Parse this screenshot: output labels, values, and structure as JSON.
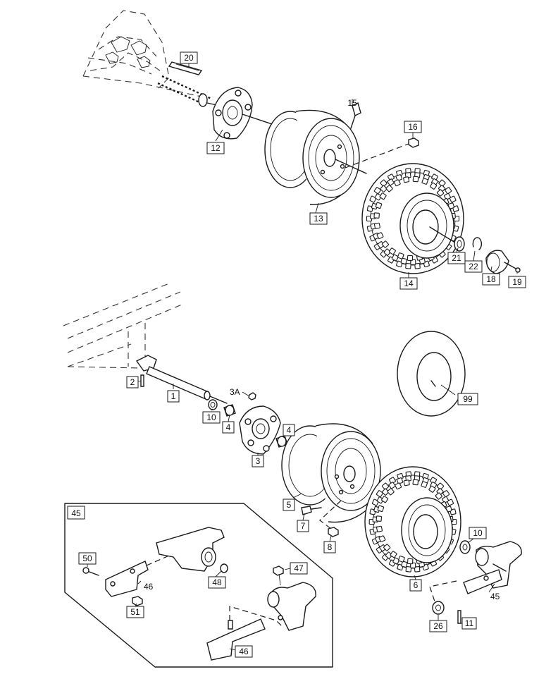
{
  "callouts": {
    "c20": "20",
    "c12": "12",
    "c15": "15",
    "c16": "16",
    "c13": "13",
    "c14": "14",
    "c21": "21",
    "c22": "22",
    "c18": "18",
    "c19": "19",
    "c99": "99",
    "c2": "2",
    "c1": "1",
    "c3A": "3A",
    "c10a": "10",
    "c4a": "4",
    "c4b": "4",
    "c3": "3",
    "c5": "5",
    "c7": "7",
    "c8": "8",
    "c10b": "10",
    "c6": "6",
    "c45a": "45",
    "c26": "26",
    "c11": "11",
    "c45b": "45",
    "c50": "50",
    "c46a": "46",
    "c48": "48",
    "c47": "47",
    "c51": "51",
    "c46b": "46"
  },
  "colors": {
    "line": "#1a1a1a",
    "background": "#ffffff"
  }
}
